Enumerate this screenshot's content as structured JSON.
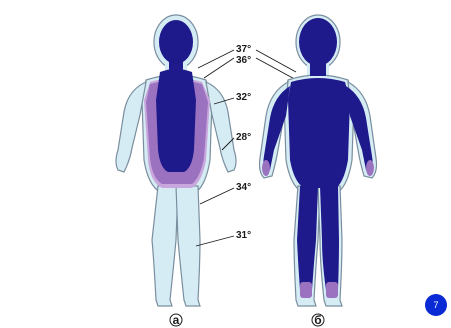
{
  "colors": {
    "core": "#1e1a8c",
    "transition": "#9b72c0",
    "transition_light": "#c8a8dc",
    "shell": "#d6ecf5",
    "shell_edge": "#9fb9cc",
    "outline": "#7a8e9e",
    "badge": "#0a2ad6"
  },
  "figure_a": {
    "label": "а",
    "temps": [
      "37°",
      "36°",
      "32°",
      "28°",
      "34°",
      "31°"
    ]
  },
  "figure_b": {
    "label": "б"
  },
  "badge": {
    "text": "7"
  }
}
